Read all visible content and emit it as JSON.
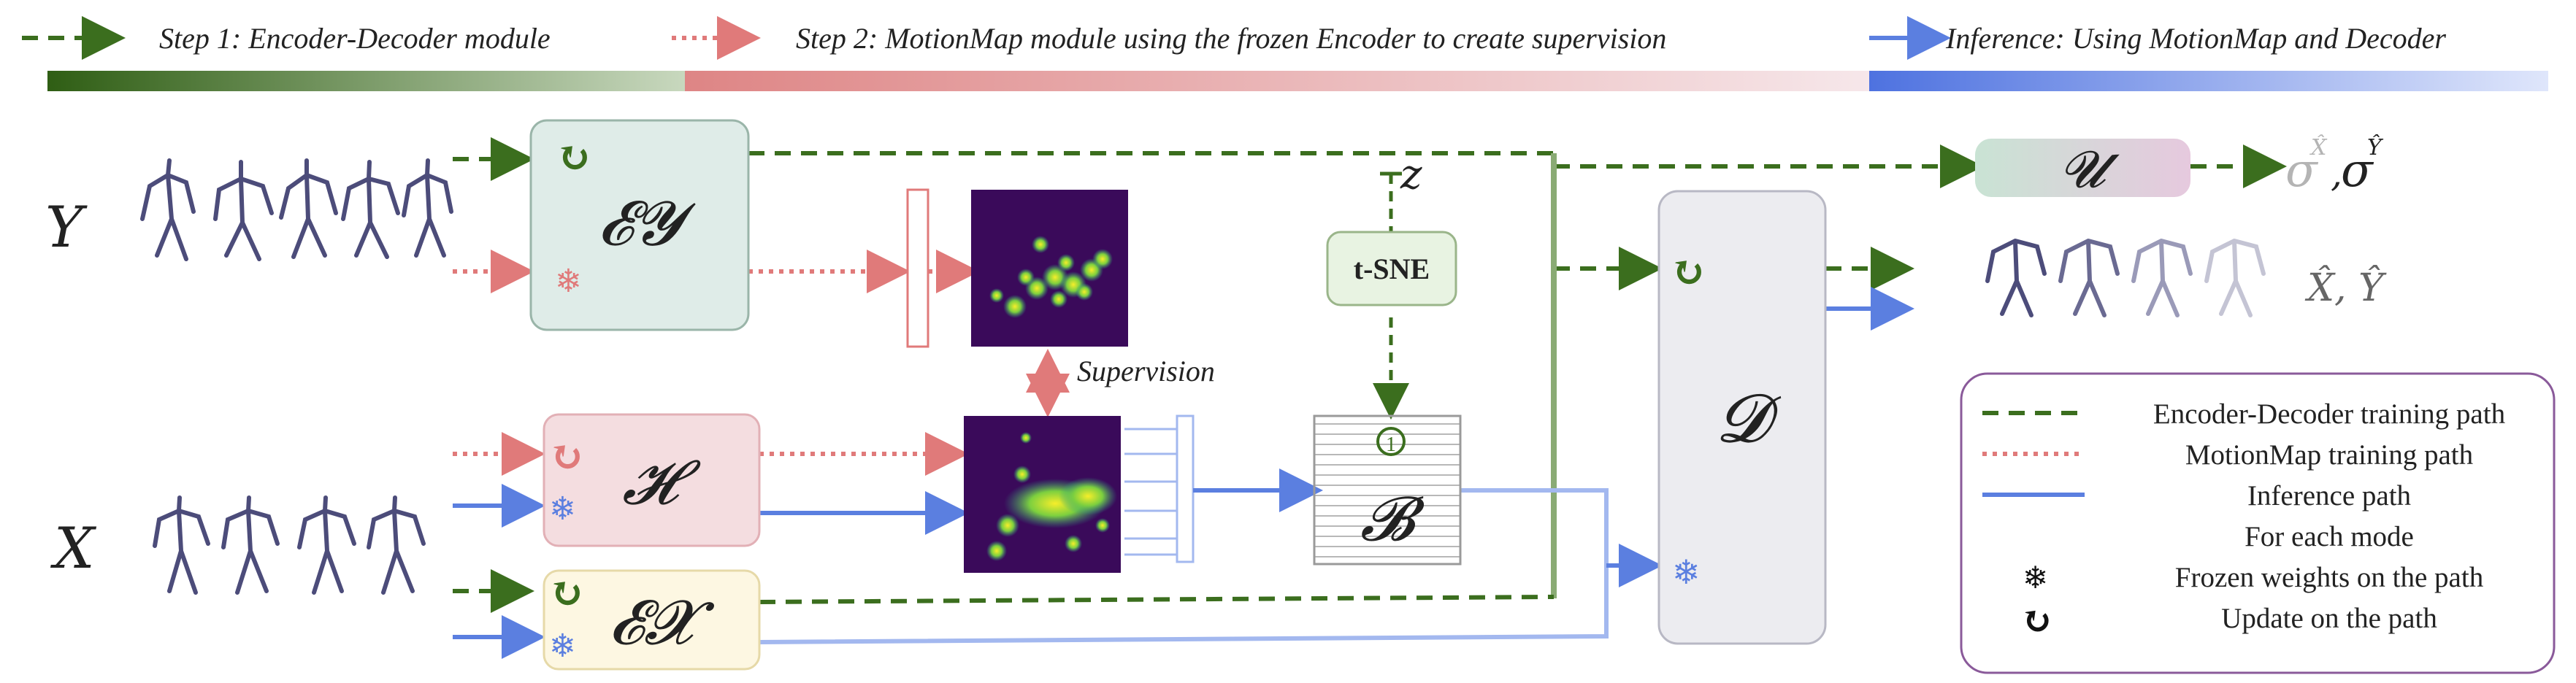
{
  "header": {
    "step1": "Step 1:  Encoder-Decoder module",
    "step2": "Step 2: MotionMap module using the frozen Encoder to create supervision",
    "inference": "Inference: Using MotionMap and Decoder"
  },
  "rows": {
    "y_label": "Y",
    "x_label": "X"
  },
  "modules": {
    "encoder_y": "𝓔𝓨",
    "heatmap": "𝓗",
    "encoder_x": "𝓔𝓧",
    "decoder": "𝓓",
    "bottleneck": "𝓑",
    "uncertainty": "𝓤",
    "tsne": "t-SNE",
    "z": "z",
    "bottleneck_badge": "1"
  },
  "annotations": {
    "supervision": "Supervision",
    "sigma": "σ",
    "sigma_sup_x": "X̂",
    "sigma_sup_y": "Ŷ",
    "sigma_sep": ",",
    "outputs": "X̂, Ŷ"
  },
  "legend": {
    "items": [
      {
        "label": "Encoder-Decoder training path",
        "icon": "green-dash-line"
      },
      {
        "label": "MotionMap training path",
        "icon": "red-dotted-line"
      },
      {
        "label": "Inference path",
        "icon": "blue-solid-line"
      },
      {
        "label": "For each mode",
        "icon": "none"
      },
      {
        "label": "Frozen weights on the path",
        "icon": "snowflake-icon"
      },
      {
        "label": "Update on the path",
        "icon": "refresh-icon"
      }
    ]
  },
  "colors": {
    "green": "#3b6e1e",
    "red": "#e07a7a",
    "blue": "#5b7fe0",
    "encoder_y_fill": "#dfece8",
    "heatmap_fill": "#f4dde0",
    "encoder_x_fill": "#fdf7e2",
    "decoder_fill": "#ececf0",
    "heatmap_bg": "#3a0a5a"
  }
}
